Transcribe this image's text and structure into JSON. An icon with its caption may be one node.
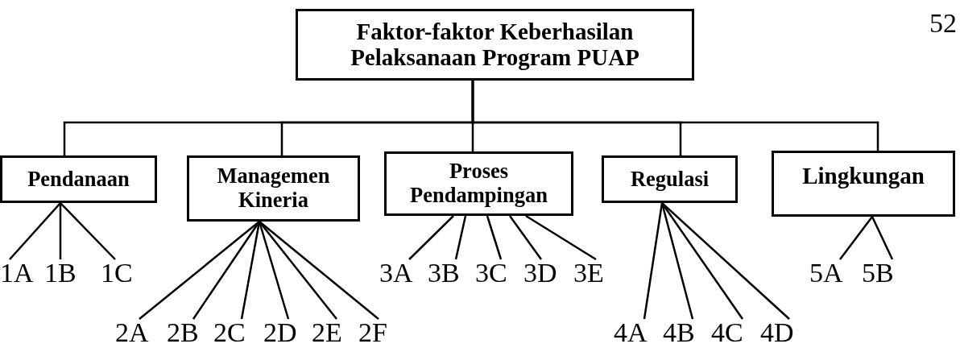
{
  "diagram": {
    "nodes": [
      {
        "text": [
          "Faktor-faktor Keberhasilan Pelaksanaan Program PUAP"
        ]
      },
      {
        "text": [
          "Pendanaan"
        ]
      },
      {
        "text": [
          "Managemen Kineria"
        ]
      },
      {
        "text": [
          "Proses Pendampingan"
        ]
      },
      {
        "text": [
          "Regulasi"
        ]
      },
      {
        "text": [
          "Lingkungan"
        ]
      },
      {
        "text": [
          "1A"
        ]
      },
      {
        "text": [
          "1B"
        ]
      },
      {
        "text": [
          "1C"
        ]
      },
      {
        "text": [
          "2A"
        ]
      },
      {
        "text": [
          "2B"
        ]
      },
      {
        "text": [
          "2C"
        ]
      },
      {
        "text": [
          "2D"
        ]
      },
      {
        "text": [
          "2E"
        ]
      },
      {
        "text": [
          "2F"
        ]
      },
      {
        "text": [
          "3A"
        ]
      },
      {
        "text": [
          "3B"
        ]
      },
      {
        "text": [
          "3C"
        ]
      },
      {
        "text": [
          "3D"
        ]
      },
      {
        "text": [
          "3E"
        ]
      },
      {
        "text": [
          "4A"
        ]
      },
      {
        "text": [
          "4B"
        ]
      },
      {
        "text": [
          "4C"
        ]
      },
      {
        "text": [
          "4D"
        ]
      },
      {
        "text": [
          "5A"
        ]
      },
      {
        "text": [
          "5B"
        ]
      }
    ],
    "edges": [
      {
        "from": 0,
        "to": 1,
        "arrow": "none"
      },
      {
        "from": 0,
        "to": 2,
        "arrow": "none"
      },
      {
        "from": 0,
        "to": 3,
        "arrow": "none"
      },
      {
        "from": 0,
        "to": 4,
        "arrow": "none"
      },
      {
        "from": 0,
        "to": 5,
        "arrow": "none"
      },
      {
        "from": 1,
        "to": 6,
        "arrow": "none"
      },
      {
        "from": 1,
        "to": 7,
        "arrow": "none"
      },
      {
        "from": 1,
        "to": 8,
        "arrow": "none"
      },
      {
        "from": 2,
        "to": 9,
        "arrow": "none"
      },
      {
        "from": 2,
        "to": 10,
        "arrow": "none"
      },
      {
        "from": 2,
        "to": 11,
        "arrow": "none"
      },
      {
        "from": 2,
        "to": 12,
        "arrow": "none"
      },
      {
        "from": 2,
        "to": 13,
        "arrow": "none"
      },
      {
        "from": 2,
        "to": 14,
        "arrow": "none"
      },
      {
        "from": 3,
        "to": 15,
        "arrow": "none"
      },
      {
        "from": 3,
        "to": 16,
        "arrow": "none"
      },
      {
        "from": 3,
        "to": 17,
        "arrow": "none"
      },
      {
        "from": 3,
        "to": 18,
        "arrow": "none"
      },
      {
        "from": 3,
        "to": 19,
        "arrow": "none"
      },
      {
        "from": 4,
        "to": 20,
        "arrow": "none"
      },
      {
        "from": 4,
        "to": 21,
        "arrow": "none"
      },
      {
        "from": 4,
        "to": 22,
        "arrow": "none"
      },
      {
        "from": 4,
        "to": 23,
        "arrow": "none"
      },
      {
        "from": 5,
        "to": 24,
        "arrow": "none"
      },
      {
        "from": 5,
        "to": 25,
        "arrow": "none"
      }
    ],
    "labels": [
      "52"
    ]
  }
}
